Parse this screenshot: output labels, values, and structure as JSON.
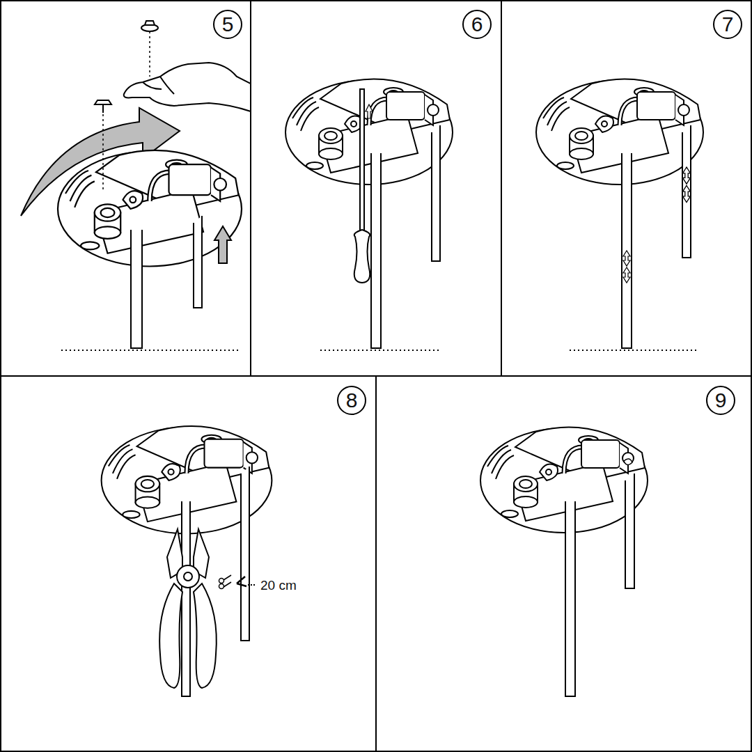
{
  "diagram": {
    "labels": [
      "5",
      "6",
      "7",
      "8",
      "9",
      "20 cm"
    ]
  }
}
